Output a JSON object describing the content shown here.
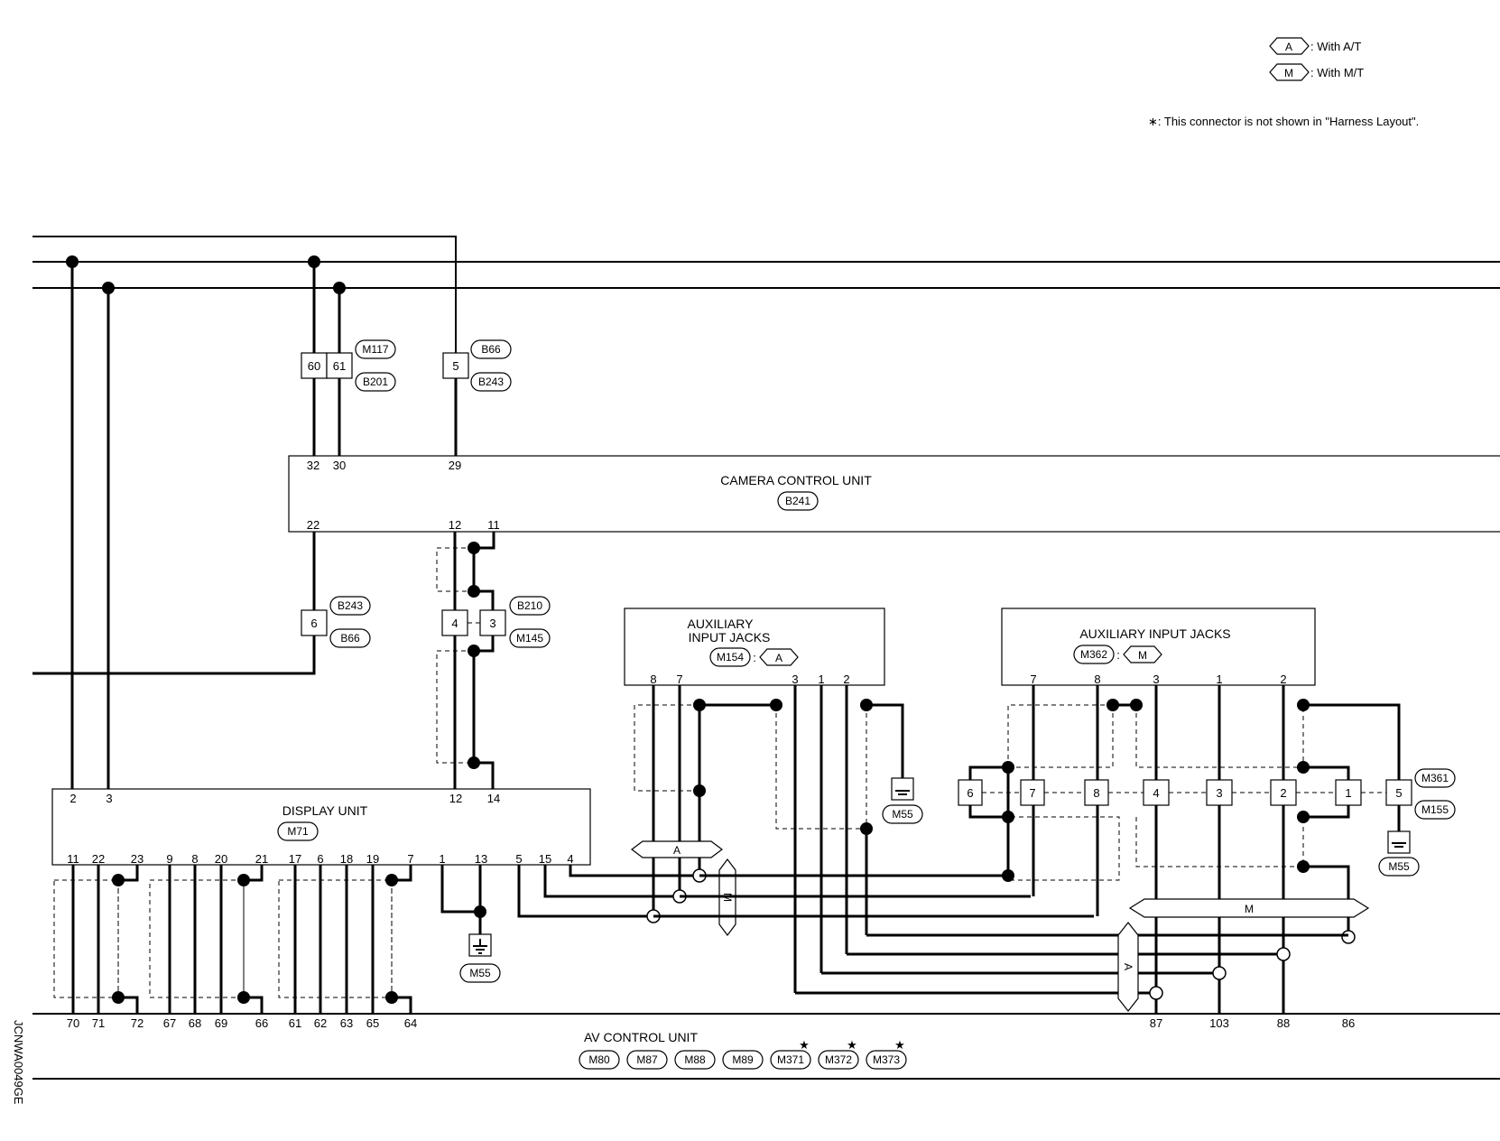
{
  "legend": {
    "at_symbol": "A",
    "at_text": ": With A/T",
    "mt_symbol": "M",
    "mt_text": ": With M/T",
    "note": "∗: This connector is not shown in \"Harness Layout\"."
  },
  "diagram_id": "JCNWA0049GE",
  "units": {
    "camera": {
      "name": "CAMERA CONTROL UNIT",
      "connector": "B241"
    },
    "display": {
      "name": "DISPLAY UNIT",
      "connector": "M71"
    },
    "aux_at": {
      "name_line1": "AUXILIARY",
      "name_line2": "INPUT JACKS",
      "connector": "M154",
      "variant": "A"
    },
    "aux_mt": {
      "name": "AUXILIARY INPUT JACKS",
      "connector": "M362",
      "variant": "M"
    },
    "av": {
      "name": "AV CONTROL UNIT",
      "connectors": [
        "M80",
        "M87",
        "M88",
        "M89",
        "M371",
        "M372",
        "M373"
      ]
    }
  },
  "connectors": {
    "j1": {
      "pins": [
        "60",
        "61"
      ],
      "top": "M117",
      "bottom": "B201"
    },
    "j2": {
      "pin": "5",
      "top": "B66",
      "bottom": "B243"
    },
    "j3": {
      "pin": "6",
      "top": "B243",
      "bottom": "B66"
    },
    "j4": {
      "pins": [
        "4",
        "3"
      ],
      "top": "B210",
      "bottom": "M145"
    },
    "j5": {
      "pins": [
        "6",
        "7",
        "8",
        "4",
        "3",
        "2",
        "1",
        "5"
      ],
      "top": "M361",
      "bottom": "M155"
    }
  },
  "pins": {
    "camera_top": [
      "32",
      "30",
      "29"
    ],
    "camera_bottom": [
      "22",
      "12",
      "11"
    ],
    "display_top": [
      "2",
      "3",
      "12",
      "14"
    ],
    "display_bottom": [
      "11",
      "22",
      "23",
      "9",
      "8",
      "20",
      "21",
      "17",
      "6",
      "18",
      "19",
      "7",
      "1",
      "13",
      "5",
      "15",
      "4"
    ],
    "aux_at": [
      "8",
      "7",
      "3",
      "1",
      "2"
    ],
    "aux_mt": [
      "7",
      "8",
      "3",
      "1",
      "2"
    ],
    "av_left": [
      "70",
      "71",
      "72",
      "67",
      "68",
      "69",
      "66",
      "61",
      "62",
      "63",
      "65",
      "64"
    ],
    "av_right": [
      "87",
      "103",
      "88",
      "86"
    ]
  },
  "grounds": [
    "M55",
    "M55",
    "M55"
  ],
  "variant_markers": [
    "A",
    "M",
    "M",
    "A"
  ]
}
